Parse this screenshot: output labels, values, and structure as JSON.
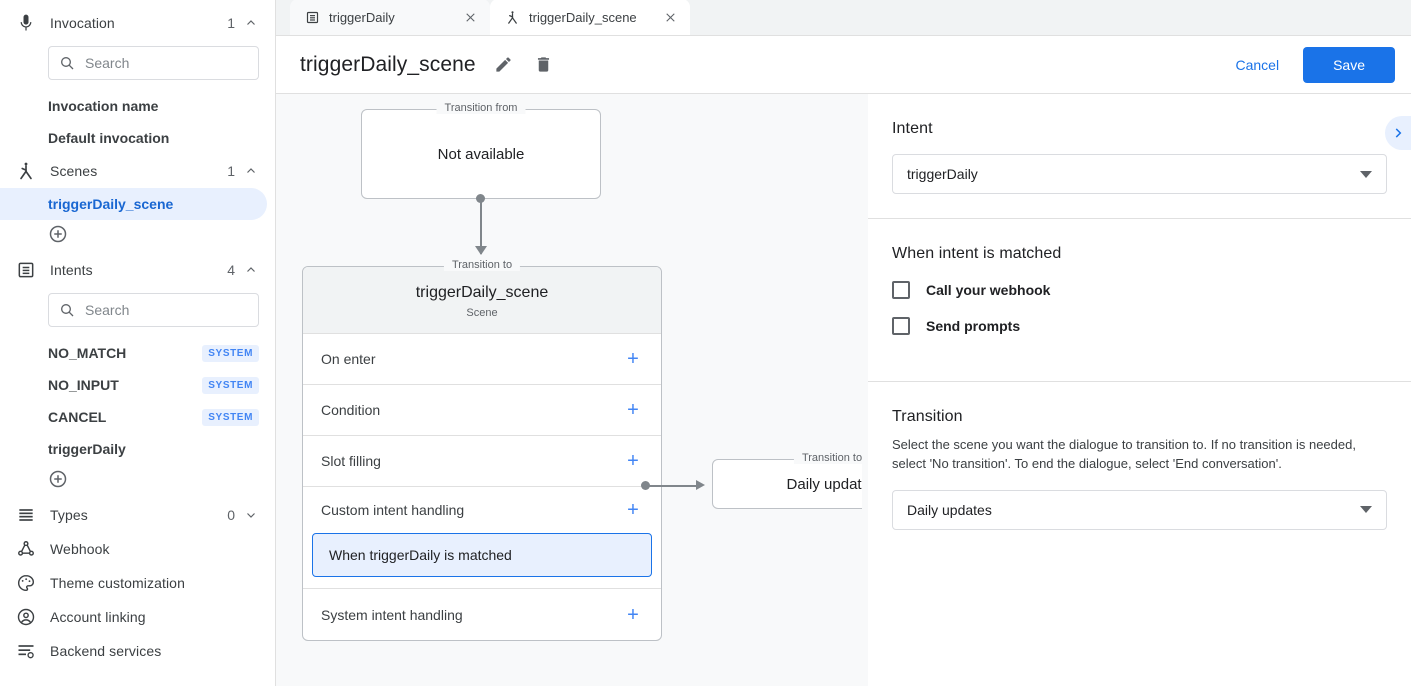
{
  "sidebar": {
    "sections": [
      {
        "key": "invocation",
        "icon": "microphone-icon",
        "label": "Invocation",
        "count": "1",
        "expanded": true,
        "search_placeholder": "Search",
        "items": [
          {
            "label": "Invocation name",
            "selected": false,
            "badge": null
          },
          {
            "label": "Default invocation",
            "selected": false,
            "badge": null
          }
        ],
        "has_search": true,
        "has_add": false
      },
      {
        "key": "scenes",
        "icon": "scene-merge-icon",
        "label": "Scenes",
        "count": "1",
        "expanded": true,
        "search_placeholder": null,
        "items": [
          {
            "label": "triggerDaily_scene",
            "selected": true,
            "badge": null
          }
        ],
        "has_search": false,
        "has_add": true
      },
      {
        "key": "intents",
        "icon": "intents-list-icon",
        "label": "Intents",
        "count": "4",
        "expanded": true,
        "search_placeholder": "Search",
        "items": [
          {
            "label": "NO_MATCH",
            "selected": false,
            "badge": "SYSTEM"
          },
          {
            "label": "NO_INPUT",
            "selected": false,
            "badge": "SYSTEM"
          },
          {
            "label": "CANCEL",
            "selected": false,
            "badge": "SYSTEM"
          },
          {
            "label": "triggerDaily",
            "selected": false,
            "badge": null
          }
        ],
        "has_search": true,
        "has_add": true
      },
      {
        "key": "types",
        "icon": "types-lines-icon",
        "label": "Types",
        "count": "0",
        "expanded": false,
        "search_placeholder": null,
        "items": [],
        "has_search": false,
        "has_add": false
      }
    ],
    "links": [
      {
        "key": "webhook",
        "icon": "webhook-nodes-icon",
        "label": "Webhook"
      },
      {
        "key": "theme",
        "icon": "palette-icon",
        "label": "Theme customization"
      },
      {
        "key": "account-linking",
        "icon": "account-circle-icon",
        "label": "Account linking"
      },
      {
        "key": "backend-services",
        "icon": "backend-services-icon",
        "label": "Backend services"
      }
    ]
  },
  "tabs": [
    {
      "icon": "intent-doc-icon",
      "label": "triggerDaily",
      "active": false
    },
    {
      "icon": "scene-merge-icon",
      "label": "triggerDaily_scene",
      "active": true
    }
  ],
  "toolbar": {
    "title": "triggerDaily_scene",
    "edit_icon": "pencil-icon",
    "delete_icon": "trash-icon",
    "cancel_label": "Cancel",
    "save_label": "Save"
  },
  "canvas": {
    "transition_from_legend": "Transition from",
    "transition_from_value": "Not available",
    "transition_to_legend": "Transition to",
    "scene_title": "triggerDaily_scene",
    "scene_subtitle": "Scene",
    "rows": [
      {
        "label": "On enter",
        "add": "+"
      },
      {
        "label": "Condition",
        "add": "+"
      },
      {
        "label": "Slot filling",
        "add": "+"
      },
      {
        "label": "Custom intent handling",
        "add": "+"
      },
      {
        "label": "System intent handling",
        "add": "+"
      }
    ],
    "handler_label": "When triggerDaily is matched",
    "target_node_legend": "Transition to",
    "target_node_label": "Daily updates"
  },
  "right_panel": {
    "collapse_icon": "chevron-right-icon",
    "intent": {
      "heading": "Intent",
      "selected": "triggerDaily"
    },
    "when_matched": {
      "heading": "When intent is matched",
      "checkboxes": [
        {
          "label": "Call your webhook",
          "checked": false
        },
        {
          "label": "Send prompts",
          "checked": false
        }
      ]
    },
    "transition": {
      "heading": "Transition",
      "description": "Select the scene you want the dialogue to transition to. If no transition is needed, select 'No transition'. To end the dialogue, select 'End conversation'.",
      "selected": "Daily updates"
    }
  },
  "colors": {
    "accent": "#1a73e8",
    "accent_light": "#e8f0fe",
    "badge_text": "#4285f4",
    "canvas_bg": "#f8f9fa",
    "border": "#dadce0"
  }
}
